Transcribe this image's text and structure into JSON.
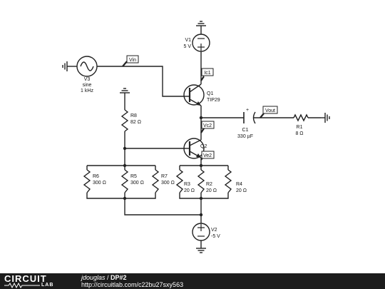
{
  "components": {
    "V1": {
      "name": "V1",
      "value": "5 V"
    },
    "V2": {
      "name": "V2",
      "value": "-5 V"
    },
    "V3": {
      "name": "V3",
      "type": "sine",
      "freq": "1 kHz"
    },
    "Q1": {
      "name": "Q1",
      "model": "TIP29"
    },
    "Q2": {
      "name": "Q2"
    },
    "C1": {
      "name": "C1",
      "value": "330 µF"
    },
    "R1": {
      "name": "R1",
      "value": "8 Ω"
    },
    "R2": {
      "name": "R2",
      "value": "20 Ω"
    },
    "R3": {
      "name": "R3",
      "value": "20 Ω"
    },
    "R4": {
      "name": "R4",
      "value": "20 Ω"
    },
    "R5": {
      "name": "R5",
      "value": "300 Ω"
    },
    "R6": {
      "name": "R6",
      "value": "300 Ω"
    },
    "R7": {
      "name": "R7",
      "value": "300 Ω"
    },
    "R8": {
      "name": "R8",
      "value": "82 Ω"
    }
  },
  "probes": {
    "vin": "Vin",
    "ic1": "Ic1",
    "vc2": "Vc2",
    "ve2": "Ve2",
    "vout": "Vout"
  },
  "footer": {
    "logo_top": "CIRCUIT",
    "logo_bottom": "LAB",
    "user": "jdouglas",
    "separator": " / ",
    "title": "DP#2",
    "url": "http://circuitlab.com/c22bu27sxy563"
  }
}
